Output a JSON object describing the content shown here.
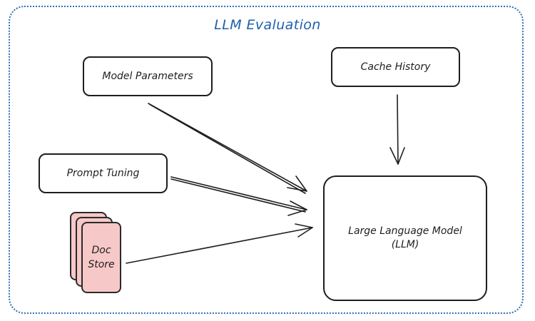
{
  "title": "LLM Evaluation",
  "nodes": {
    "model_parameters": "Model Parameters",
    "cache_history": "Cache History",
    "prompt_tuning": "Prompt Tuning",
    "doc_store": "Doc\nStore",
    "llm": "Large Language Model\n(LLM)"
  },
  "colors": {
    "frame": "#2f6fb3",
    "title": "#1f5fad",
    "doc_store_fill": "#f7c8c8",
    "stroke": "#1e1e1e"
  }
}
